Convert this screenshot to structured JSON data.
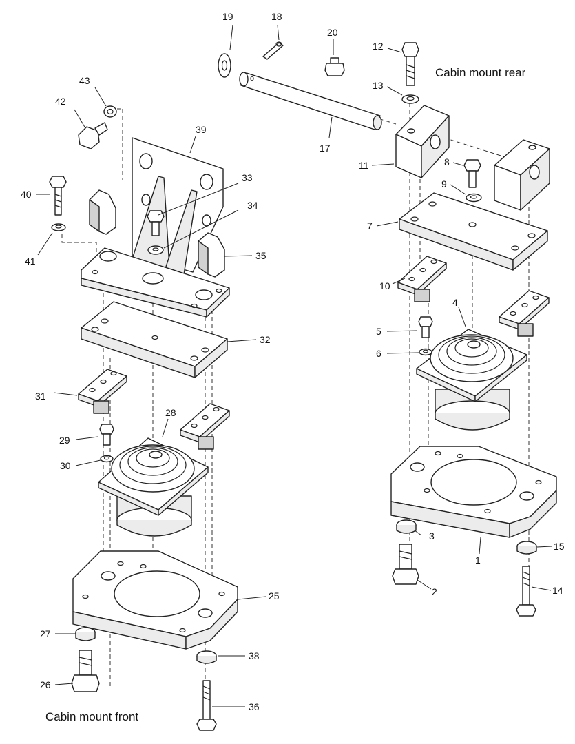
{
  "captions": {
    "rear": "Cabin mount rear",
    "front": "Cabin mount front"
  },
  "callouts": [
    {
      "id": "c1",
      "text": "1"
    },
    {
      "id": "c2",
      "text": "2"
    },
    {
      "id": "c3",
      "text": "3"
    },
    {
      "id": "c4",
      "text": "4"
    },
    {
      "id": "c5",
      "text": "5"
    },
    {
      "id": "c6",
      "text": "6"
    },
    {
      "id": "c7",
      "text": "7"
    },
    {
      "id": "c8",
      "text": "8"
    },
    {
      "id": "c9",
      "text": "9"
    },
    {
      "id": "c10",
      "text": "10"
    },
    {
      "id": "c11",
      "text": "11"
    },
    {
      "id": "c12",
      "text": "12"
    },
    {
      "id": "c13",
      "text": "13"
    },
    {
      "id": "c14",
      "text": "14"
    },
    {
      "id": "c15",
      "text": "15"
    },
    {
      "id": "c17",
      "text": "17"
    },
    {
      "id": "c18",
      "text": "18"
    },
    {
      "id": "c19",
      "text": "19"
    },
    {
      "id": "c20",
      "text": "20"
    },
    {
      "id": "c25",
      "text": "25"
    },
    {
      "id": "c26",
      "text": "26"
    },
    {
      "id": "c27",
      "text": "27"
    },
    {
      "id": "c28",
      "text": "28"
    },
    {
      "id": "c29",
      "text": "29"
    },
    {
      "id": "c30",
      "text": "30"
    },
    {
      "id": "c31",
      "text": "31"
    },
    {
      "id": "c32",
      "text": "32"
    },
    {
      "id": "c33",
      "text": "33"
    },
    {
      "id": "c34",
      "text": "34"
    },
    {
      "id": "c35",
      "text": "35"
    },
    {
      "id": "c36",
      "text": "36"
    },
    {
      "id": "c38",
      "text": "38"
    },
    {
      "id": "c39",
      "text": "39"
    },
    {
      "id": "c40",
      "text": "40"
    },
    {
      "id": "c41",
      "text": "41"
    },
    {
      "id": "c42",
      "text": "42"
    },
    {
      "id": "c43",
      "text": "43"
    }
  ]
}
